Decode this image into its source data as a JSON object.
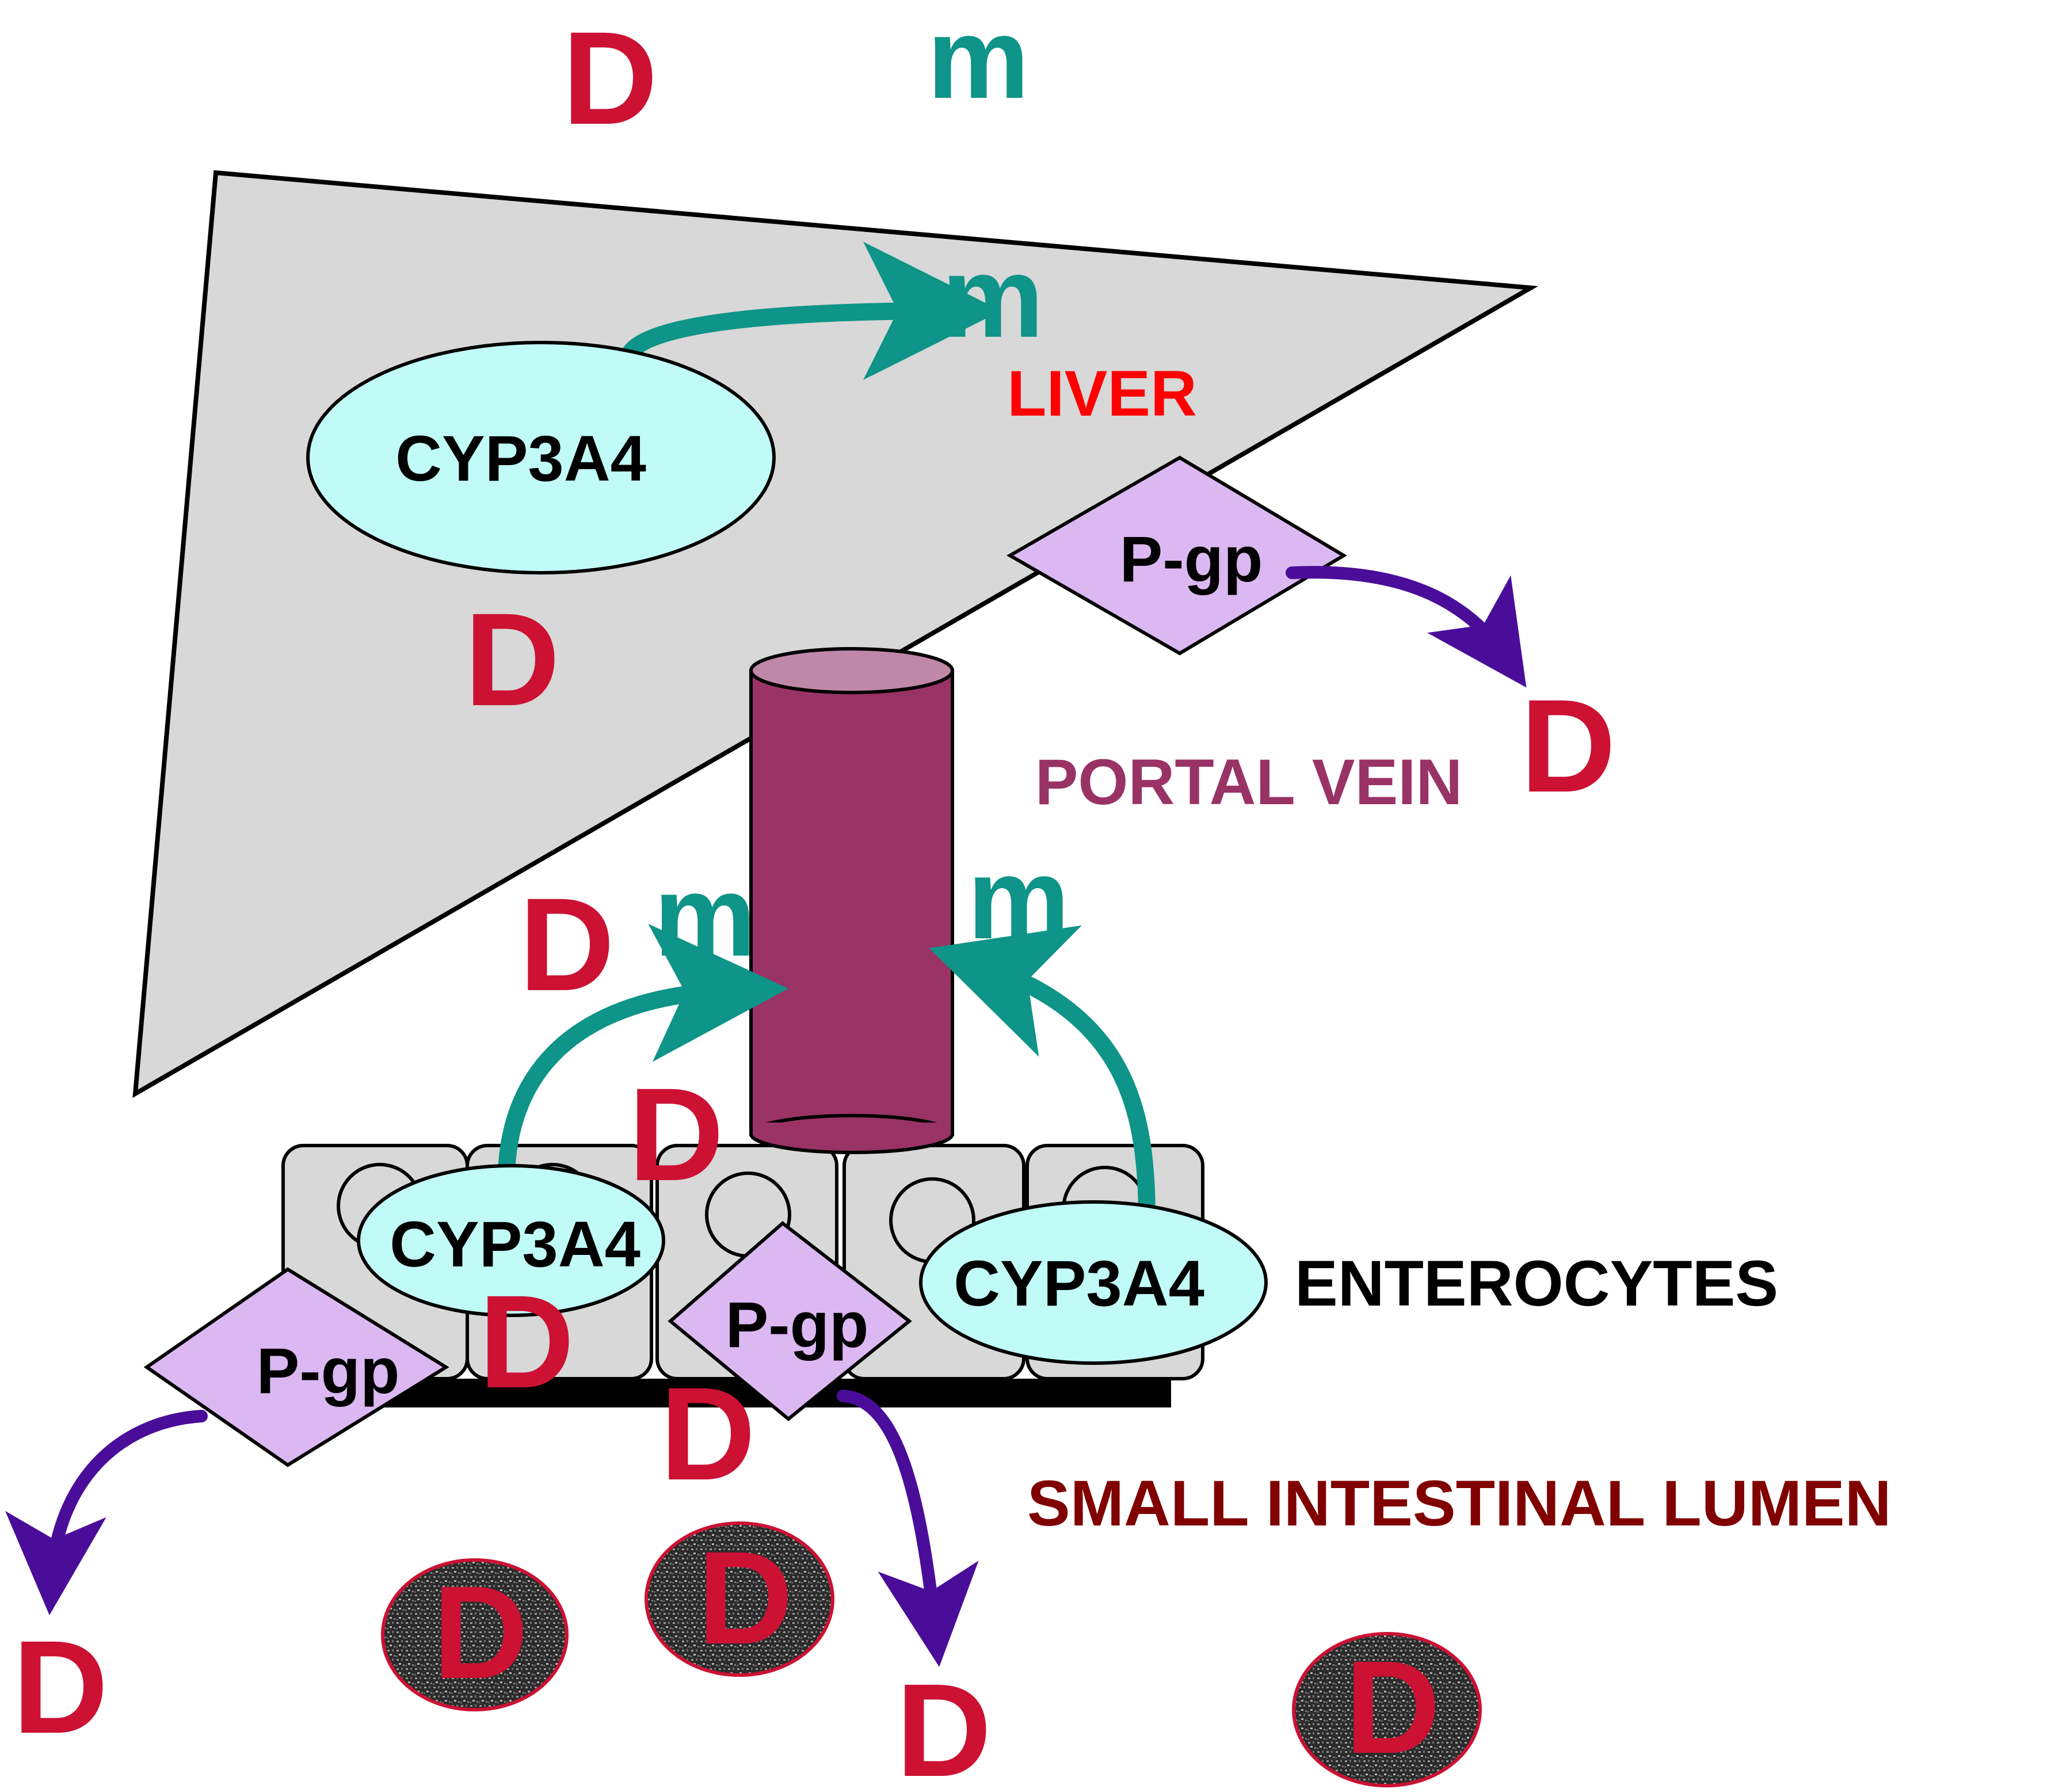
{
  "colors": {
    "drug": "#cc1133",
    "metabolite": "#0e9488",
    "liver_fill": "#d8d8d8",
    "enzyme_fill": "#c0fbf7",
    "pgp_fill": "#dcb8f2",
    "portal_vein": "#993366",
    "portal_vein_top": "#c088a8",
    "efflux_arrow": "#4a0d99",
    "liver_label": "#ff0000",
    "portal_label": "#993366",
    "lumen_label": "#800000",
    "enterocyte_label": "#000000"
  },
  "labels": {
    "drug": "D",
    "metabolite": "m",
    "cyp": "CYP3A4",
    "pgp": "P-gp",
    "liver": "LIVER",
    "portal_vein": "PORTAL VEIN",
    "enterocytes": "ENTEROCYTES",
    "lumen": "SMALL INTESTINAL LUMEN"
  },
  "icons": {
    "particle": "drug-particle-icon",
    "arrow": "arrow-icon"
  }
}
